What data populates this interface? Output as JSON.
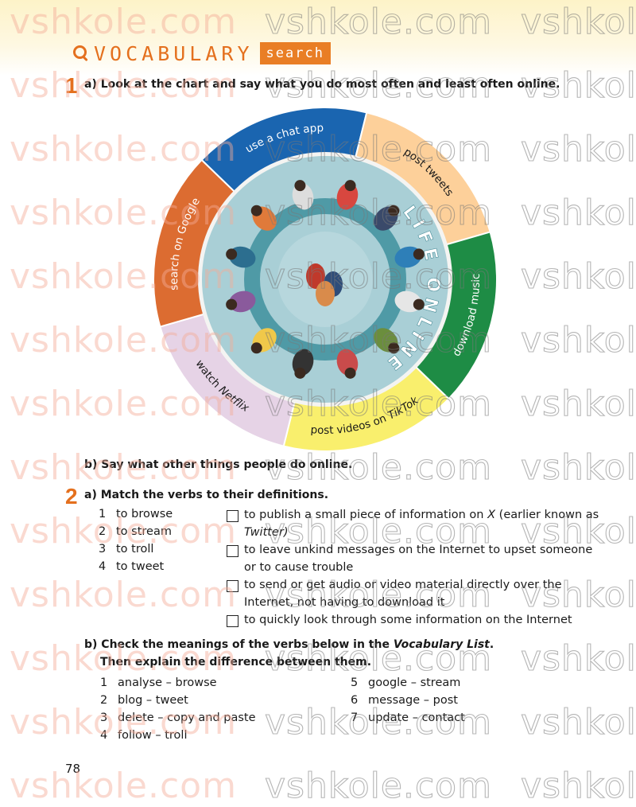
{
  "header": {
    "title": "VOCABULARY",
    "tag": "search"
  },
  "task1": {
    "number": "1",
    "a": "a) Look at the chart and say what you do most often and least often online.",
    "b": "b) Say what other things people do online.",
    "wheel": {
      "center": "LIFE ONLINE",
      "segments": [
        {
          "label": "use a chat app",
          "color": "#1a65b0"
        },
        {
          "label": "post tweets",
          "color": "#fdd09a"
        },
        {
          "label": "download music",
          "color": "#1e8c45"
        },
        {
          "label": "post videos on TikTok",
          "color": "#f9ef6d"
        },
        {
          "label": "watch Netflix",
          "color": "#e6d3e6"
        },
        {
          "label": "search on Google",
          "color": "#dc6c31"
        }
      ]
    }
  },
  "task2": {
    "number": "2",
    "a": "a) Match the verbs to their definitions.",
    "verbs": [
      {
        "n": "1",
        "text": "to browse"
      },
      {
        "n": "2",
        "text": "to stream"
      },
      {
        "n": "3",
        "text": "to troll"
      },
      {
        "n": "4",
        "text": "to tweet"
      }
    ],
    "definitions": [
      {
        "l1": "to publish a small piece of information on X (earlier known as",
        "l2": "Twitter)"
      },
      {
        "l1": "to leave unkind messages on the Internet to upset someone",
        "l2": "or to cause trouble"
      },
      {
        "l1": "to send or get audio or video material directly over the",
        "l2": "Internet, not having to download it"
      },
      {
        "l1": "to quickly look through some information on the Internet",
        "l2": ""
      }
    ],
    "b_line1": "b) Check the meanings of the verbs below in the Vocabulary List.",
    "b_line2": "Then explain the difference between them.",
    "pairs_left": [
      {
        "n": "1",
        "text": "analyse – browse"
      },
      {
        "n": "2",
        "text": "blog – tweet"
      },
      {
        "n": "3",
        "text": "delete – copy and paste"
      },
      {
        "n": "4",
        "text": "follow – troll"
      }
    ],
    "pairs_right": [
      {
        "n": "5",
        "text": "google – stream"
      },
      {
        "n": "6",
        "text": "message – post"
      },
      {
        "n": "7",
        "text": "update – contact"
      }
    ]
  },
  "page_number": "78",
  "watermark": "vshkole.com"
}
